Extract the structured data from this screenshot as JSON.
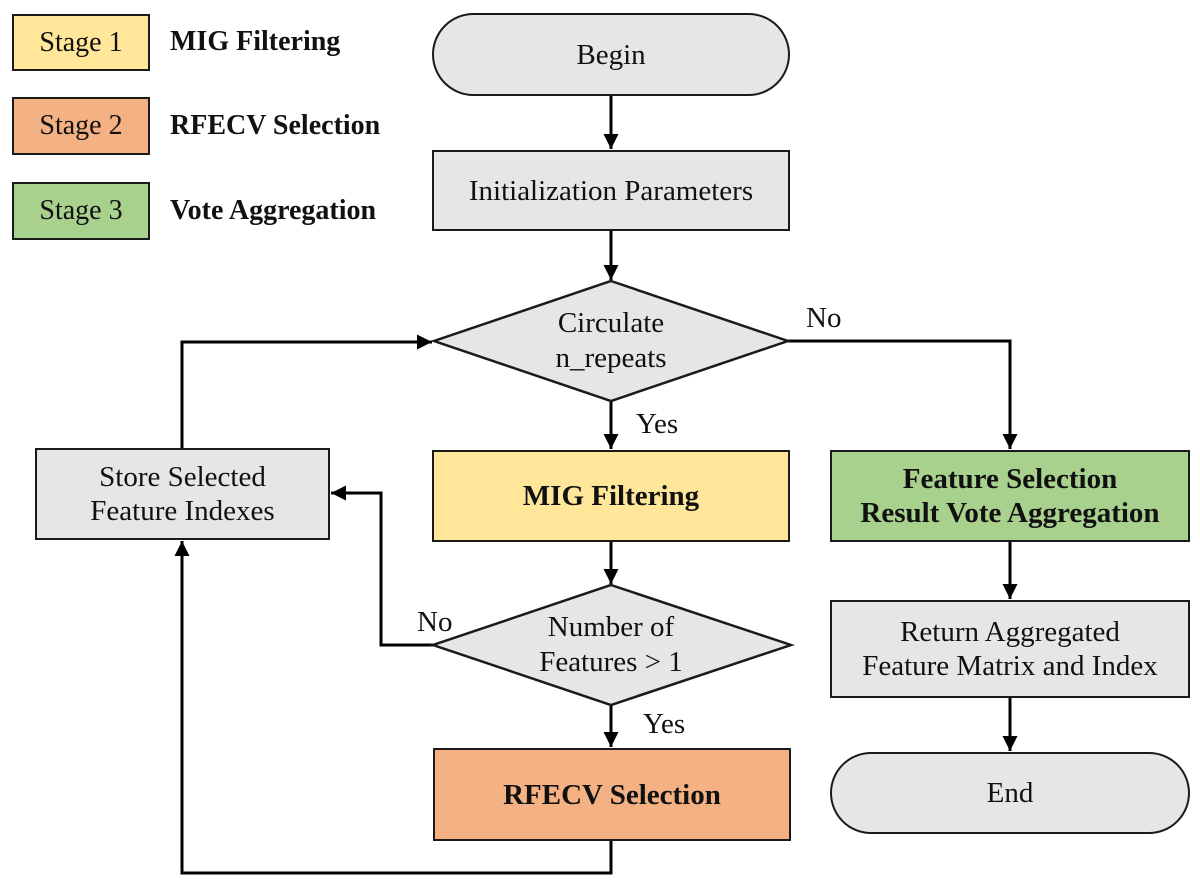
{
  "legend": [
    {
      "stage": "Stage 1",
      "name": "MIG Filtering",
      "color": "#ffe699"
    },
    {
      "stage": "Stage 2",
      "name": "RFECV Selection",
      "color": "#f4b183"
    },
    {
      "stage": "Stage 3",
      "name": "Vote Aggregation",
      "color": "#a9d18e"
    }
  ],
  "nodes": {
    "begin": "Begin",
    "init": "Initialization Parameters",
    "loop_decision": {
      "line1": "Circulate",
      "line2": "n_repeats"
    },
    "mig": "MIG Filtering",
    "count_decision": {
      "line1": "Number of",
      "line2": "Features > 1"
    },
    "rfecv": "RFECV Selection",
    "store": {
      "line1": "Store Selected",
      "line2": "Feature Indexes"
    },
    "vote": {
      "line1": "Feature Selection",
      "line2": "Result Vote Aggregation"
    },
    "return": {
      "line1": "Return Aggregated",
      "line2": "Feature Matrix and Index"
    },
    "end": "End"
  },
  "edge_labels": {
    "loop_no": "No",
    "loop_yes": "Yes",
    "count_no": "No",
    "count_yes": "Yes"
  },
  "colors": {
    "gray": "#e7e6e6",
    "stage1": "#ffe699",
    "stage2": "#f4b183",
    "stage3": "#a9d18e"
  }
}
